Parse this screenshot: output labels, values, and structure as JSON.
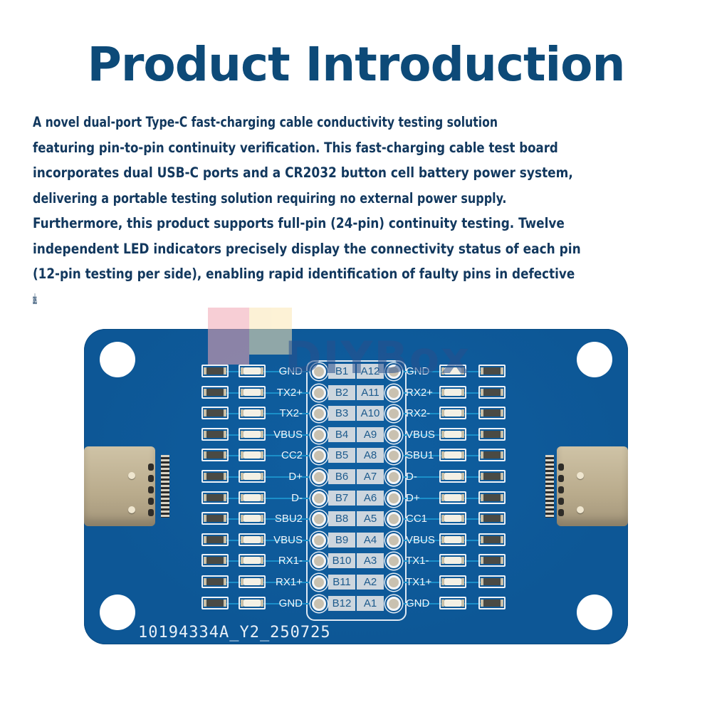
{
  "page": {
    "title": "Product Introduction",
    "description_lines": [
      "A novel dual-port Type-C fast-charging cable conductivity testing solution",
      "featuring pin-to-pin continuity verification. This fast-charging cable test board",
      "incorporates dual USB-C ports and a CR2032 button cell battery power system,",
      "delivering a portable testing solution requiring no external power supply.",
      "Furthermore, this product supports full-pin (24-pin) continuity testing. Twelve",
      "independent LED indicators precisely display the connectivity status of each pin",
      "(12-pin testing per side), enabling rapid identification of faulty pins in defective",
      "cables."
    ]
  },
  "board": {
    "serial": "10194334A_Y2_250725",
    "watermark": "DIYBox",
    "pcb_color": "#0d5796",
    "title_color": "#0d4a78",
    "rows": [
      {
        "left_signal": "GND",
        "b_pin": "B1",
        "a_pin": "A12",
        "right_signal": "GND"
      },
      {
        "left_signal": "TX2+",
        "b_pin": "B2",
        "a_pin": "A11",
        "right_signal": "RX2+"
      },
      {
        "left_signal": "TX2-",
        "b_pin": "B3",
        "a_pin": "A10",
        "right_signal": "RX2-"
      },
      {
        "left_signal": "VBUS",
        "b_pin": "B4",
        "a_pin": "A9",
        "right_signal": "VBUS"
      },
      {
        "left_signal": "CC2",
        "b_pin": "B5",
        "a_pin": "A8",
        "right_signal": "SBU1"
      },
      {
        "left_signal": "D+",
        "b_pin": "B6",
        "a_pin": "A7",
        "right_signal": "D-"
      },
      {
        "left_signal": "D-",
        "b_pin": "B7",
        "a_pin": "A6",
        "right_signal": "D+"
      },
      {
        "left_signal": "SBU2",
        "b_pin": "B8",
        "a_pin": "A5",
        "right_signal": "CC1"
      },
      {
        "left_signal": "VBUS",
        "b_pin": "B9",
        "a_pin": "A4",
        "right_signal": "VBUS"
      },
      {
        "left_signal": "RX1-",
        "b_pin": "B10",
        "a_pin": "A3",
        "right_signal": "TX1-"
      },
      {
        "left_signal": "RX1+",
        "b_pin": "B11",
        "a_pin": "A2",
        "right_signal": "TX1+"
      },
      {
        "left_signal": "GND",
        "b_pin": "B12",
        "a_pin": "A1",
        "right_signal": "GND"
      }
    ]
  }
}
